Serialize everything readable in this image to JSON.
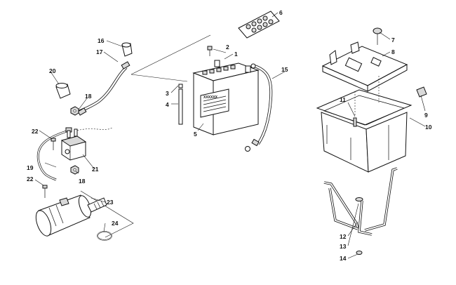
{
  "callouts": [
    {
      "id": "c1",
      "text": "1"
    },
    {
      "id": "c2",
      "text": "2"
    },
    {
      "id": "c3",
      "text": "3"
    },
    {
      "id": "c4",
      "text": "4"
    },
    {
      "id": "c5",
      "text": "5"
    },
    {
      "id": "c6",
      "text": "6"
    },
    {
      "id": "c7",
      "text": "7"
    },
    {
      "id": "c8",
      "text": "8"
    },
    {
      "id": "c9",
      "text": "9"
    },
    {
      "id": "c10",
      "text": "10"
    },
    {
      "id": "c11",
      "text": "11"
    },
    {
      "id": "c12",
      "text": "12"
    },
    {
      "id": "c13",
      "text": "13"
    },
    {
      "id": "c14",
      "text": "14"
    },
    {
      "id": "c15",
      "text": "15"
    },
    {
      "id": "c16",
      "text": "16"
    },
    {
      "id": "c17",
      "text": "17"
    },
    {
      "id": "c18a",
      "text": "18"
    },
    {
      "id": "c18b",
      "text": "18"
    },
    {
      "id": "c19",
      "text": "19"
    },
    {
      "id": "c20",
      "text": "20"
    },
    {
      "id": "c21",
      "text": "21"
    },
    {
      "id": "c22a",
      "text": "22"
    },
    {
      "id": "c22b",
      "text": "22"
    },
    {
      "id": "c23",
      "text": "23"
    },
    {
      "id": "c24",
      "text": "24"
    }
  ],
  "battery_label": "XXXXXX"
}
